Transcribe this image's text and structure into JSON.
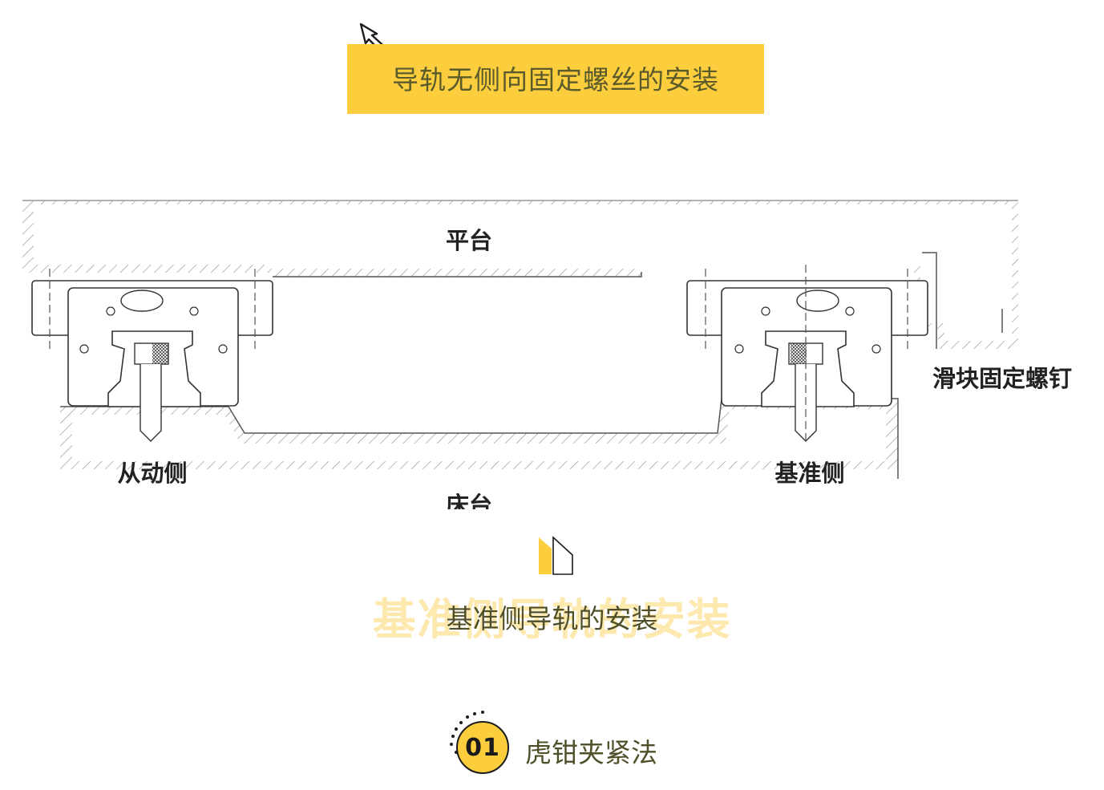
{
  "banner": {
    "title": "导轨无侧向固定螺丝的安装"
  },
  "diagram": {
    "labels": {
      "platform": "平台",
      "bed": "床台",
      "driven_side": "从动侧",
      "reference_side": "基准侧",
      "slider_screw": "滑块固定螺钉"
    }
  },
  "section": {
    "title": "基准侧导轨的安装",
    "title_shadow": "基准侧导轨的安装"
  },
  "step": {
    "number": "01",
    "label": "虎钳夹紧法"
  },
  "colors": {
    "accent": "#fccd3c",
    "text": "#4f4f2a",
    "line": "#333333"
  }
}
